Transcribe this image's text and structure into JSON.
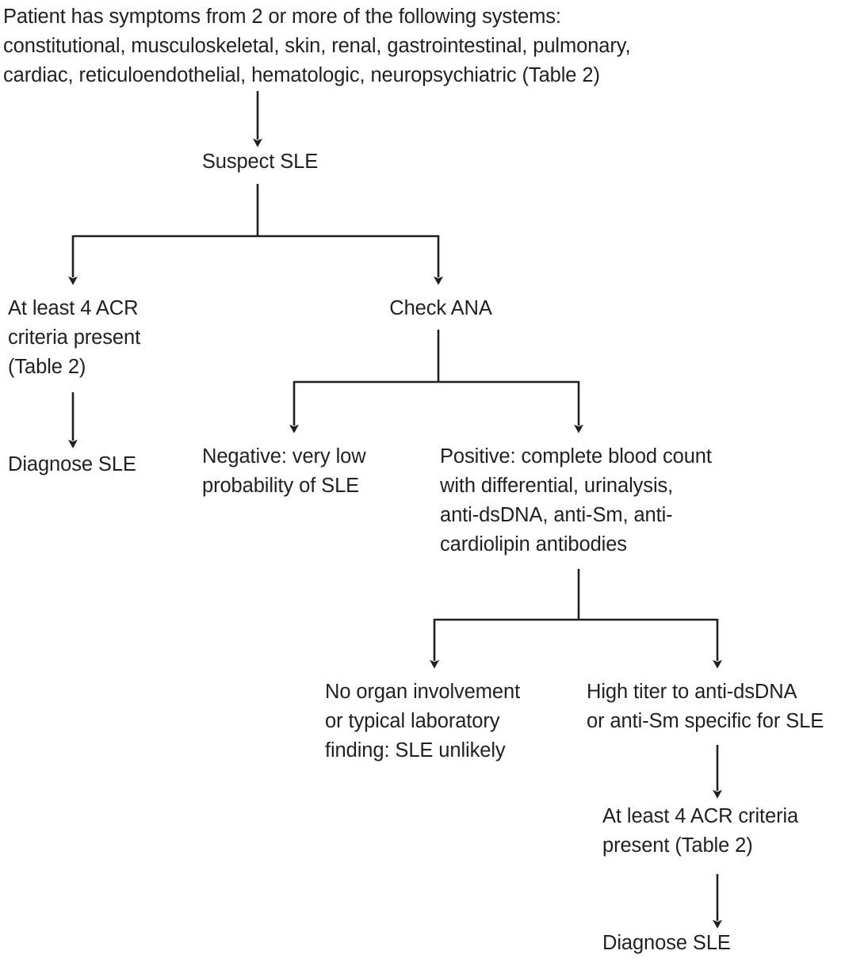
{
  "figure": {
    "kind": "clinical-decision-flowchart",
    "title": "Diagnostic algorithm for systemic lupus erythematosus (SLE)",
    "line_color": "#231f20",
    "text_color": "#231f20",
    "background": "#ffffff"
  },
  "nodes": {
    "intro": "Patient has symptoms from 2 or more of the following systems:\nconstitutional, musculoskeletal, skin, renal, gastrointestinal, pulmonary,\ncardiac, reticuloendothelial, hematologic, neuropsychiatric (Table 2)",
    "suspect_sle": "Suspect SLE",
    "acr_criteria_left": "At least 4 ACR\ncriteria present\n(Table 2)",
    "diagnose_sle_left": "Diagnose SLE",
    "check_ana": "Check ANA",
    "ana_negative": "Negative: very low\nprobability of SLE",
    "ana_positive": "Positive: complete blood count\nwith differential, urinalysis,\nanti-dsDNA, anti-Sm, anti-\ncardiolipin antibodies",
    "no_organ_involvement": "No organ involvement\nor typical laboratory\nfinding: SLE unlikely",
    "high_titer": "High titer to anti-dsDNA\nor anti-Sm specific for SLE",
    "acr_criteria_right": "At least 4 ACR criteria\npresent (Table 2)",
    "diagnose_sle_right": "Diagnose SLE"
  },
  "connectors": [
    {
      "name": "intro-to-suspect",
      "type": "arrow-down"
    },
    {
      "name": "suspect-split",
      "type": "split-two"
    },
    {
      "name": "acr-left-to-diagnose",
      "type": "arrow-down"
    },
    {
      "name": "ana-split",
      "type": "split-two"
    },
    {
      "name": "positive-split",
      "type": "split-two"
    },
    {
      "name": "high-titer-to-acr-right",
      "type": "arrow-down"
    },
    {
      "name": "acr-right-to-diagnose-right",
      "type": "arrow-down"
    }
  ]
}
